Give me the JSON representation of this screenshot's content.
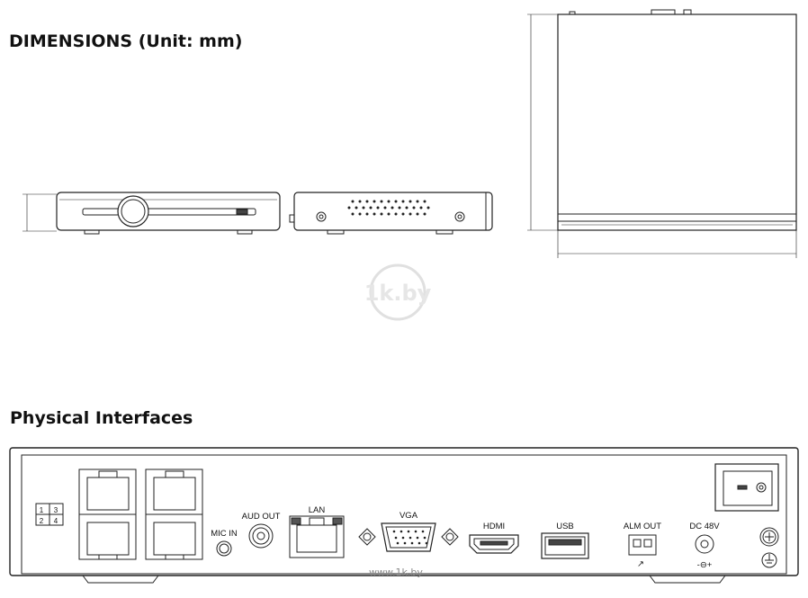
{
  "dimensions": {
    "title": "DIMENSIONS  (Unit: mm)"
  },
  "interfaces": {
    "title": "Physical Interfaces",
    "ports": {
      "mic_in": "MIC IN",
      "aud_out": "AUD OUT",
      "lan": "LAN",
      "vga": "VGA",
      "hdmi": "HDMI",
      "usb": "USB",
      "alm_out": "ALM OUT",
      "dc": "DC 48V"
    },
    "terminal_numbers": [
      "1",
      "3",
      "2",
      "4"
    ],
    "dc_polarity": "-⊖+",
    "alarm_symbol": "↗"
  },
  "watermark": {
    "logo": "1k.by",
    "url": "www.1k.by"
  }
}
